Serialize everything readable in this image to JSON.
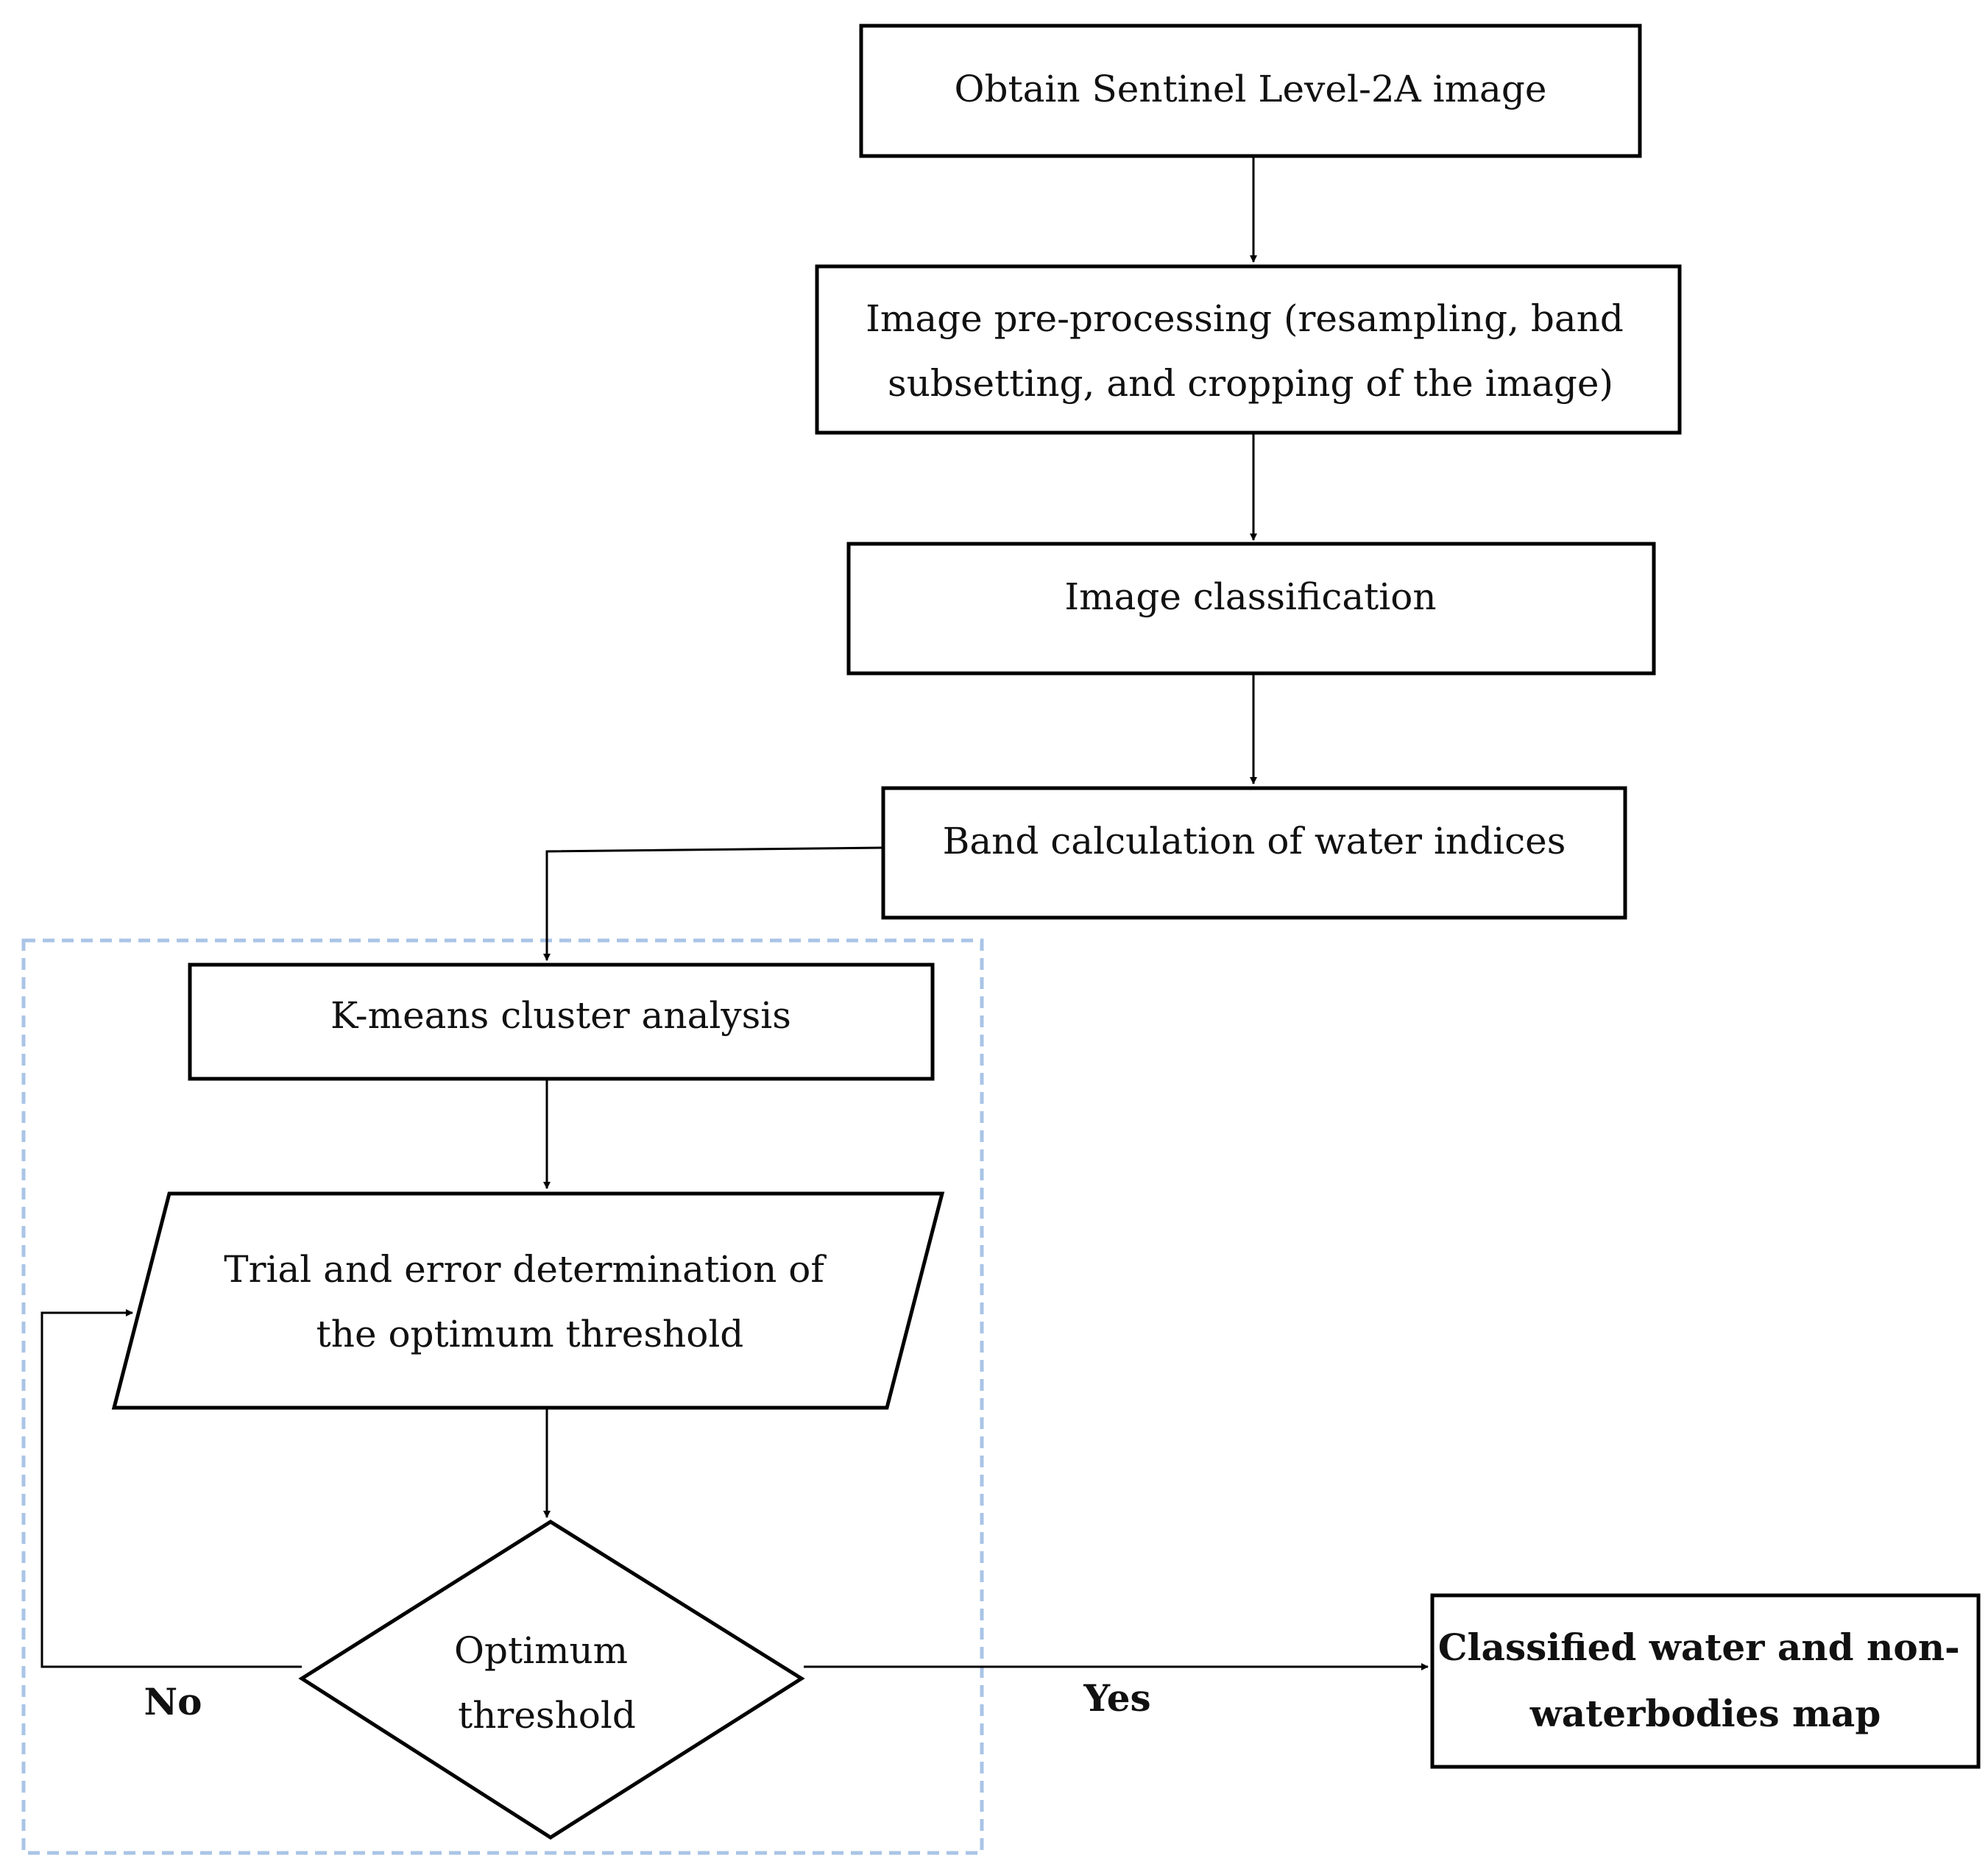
{
  "nodes": {
    "obtain_image": {
      "lines": [
        "Obtain Sentinel Level-2A image"
      ]
    },
    "preprocessing": {
      "lines": [
        "Image pre-processing (resampling, band",
        "subsetting, and cropping of the image)"
      ]
    },
    "classification": {
      "lines": [
        "Image classification"
      ]
    },
    "band_calculation": {
      "lines": [
        "Band calculation of water indices"
      ]
    },
    "kmeans": {
      "lines": [
        "K-means cluster analysis"
      ]
    },
    "trial_error": {
      "lines": [
        "Trial and error determination of",
        "the optimum threshold"
      ]
    },
    "decision": {
      "lines": [
        "Optimum",
        "threshold"
      ]
    },
    "output_map": {
      "lines": [
        "Classified water and non-",
        "waterbodies map"
      ]
    }
  },
  "edges": {
    "no_label": "No",
    "yes_label": "Yes"
  },
  "colors": {
    "stroke": "#000000",
    "group_border": "#a9c4e6"
  }
}
